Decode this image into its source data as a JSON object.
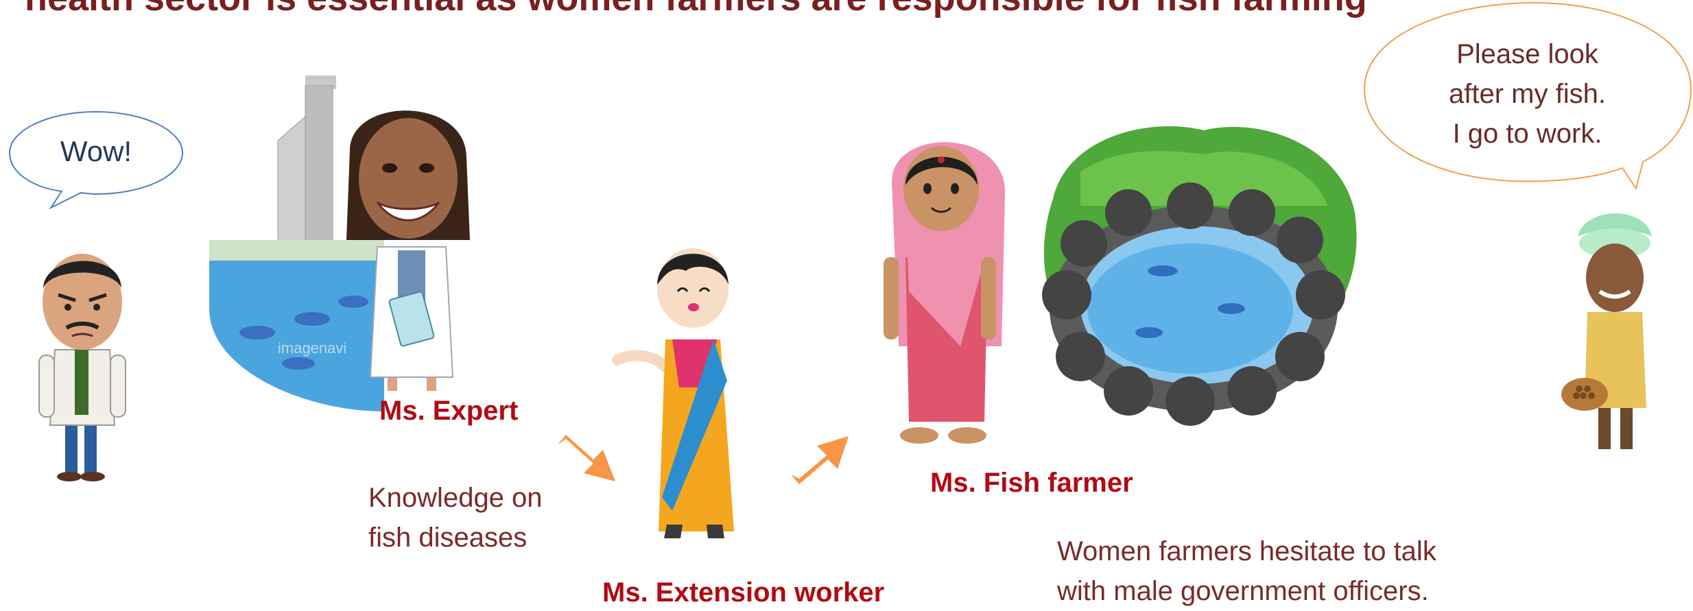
{
  "title": "health sector is essential as women farmers are responsible for fish farming",
  "bubbles": {
    "wow": "Wow!",
    "fish_line1": "Please look",
    "fish_line2": "after my fish.",
    "fish_line3": "I go to work."
  },
  "labels": {
    "expert": "Ms. Expert",
    "extension_worker": "Ms. Extension worker",
    "fish_farmer": "Ms. Fish farmer"
  },
  "notes": {
    "knowledge_line1": "Knowledge on",
    "knowledge_line2": "fish diseases",
    "women_line1": "Women farmers hesitate to talk",
    "women_line2": "with male government officers."
  },
  "watermark": "imagenavi",
  "colors": {
    "title": "#7a1f1f",
    "name_label": "#b00b14",
    "note": "#7a2a2a",
    "arrow": "#f79646",
    "wow_bubble_border": "#4f81bd",
    "fish_bubble_border": "#f0a050"
  }
}
